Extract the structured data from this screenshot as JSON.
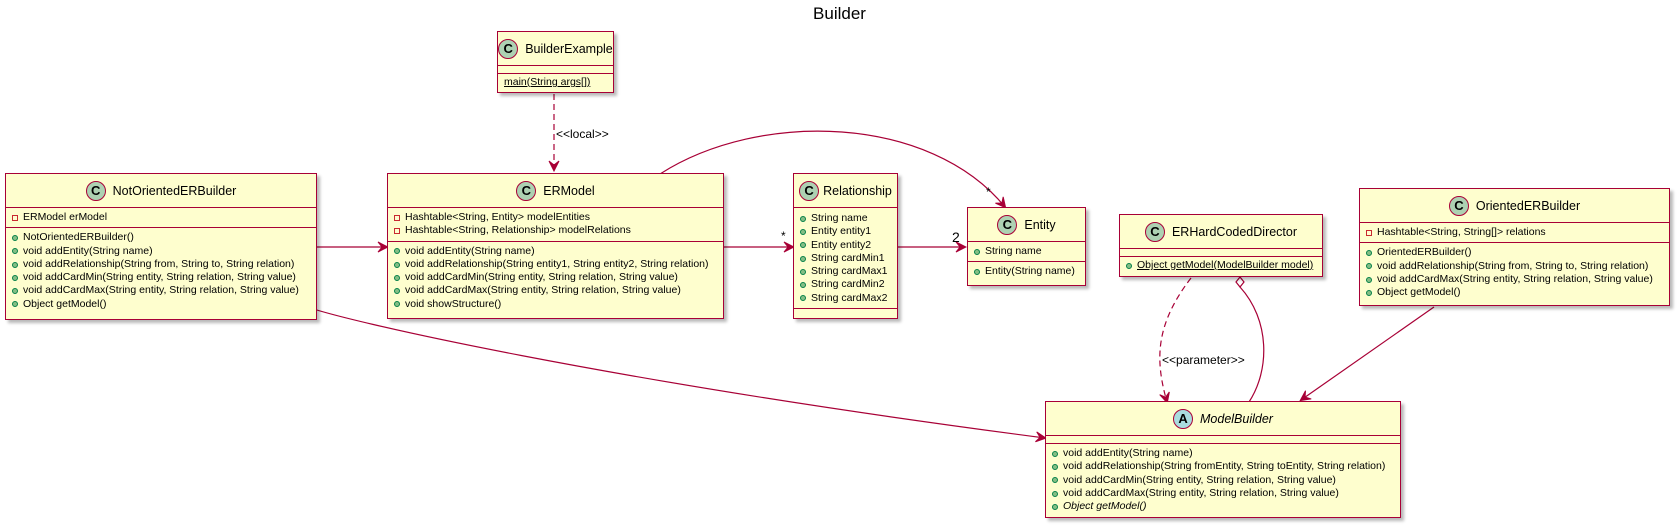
{
  "title": "Builder",
  "classes": {
    "builder_example": {
      "name": "BuilderExample",
      "stereotype_letter": "C",
      "fields": [],
      "methods": [
        {
          "text": "main(String args[])",
          "visibility": "none",
          "static": true
        }
      ]
    },
    "not_oriented_er_builder": {
      "name": "NotOrientedERBuilder",
      "stereotype_letter": "C",
      "fields": [
        {
          "text": "ERModel erModel",
          "visibility": "private"
        }
      ],
      "methods": [
        {
          "text": "NotOrientedERBuilder()",
          "visibility": "public"
        },
        {
          "text": "void addEntity(String name)",
          "visibility": "public"
        },
        {
          "text": "void addRelationship(String from, String to, String relation)",
          "visibility": "public"
        },
        {
          "text": "void addCardMin(String entity, String relation, String value)",
          "visibility": "public"
        },
        {
          "text": "void addCardMax(String entity, String relation, String value)",
          "visibility": "public"
        },
        {
          "text": "Object getModel()",
          "visibility": "public"
        }
      ]
    },
    "er_model": {
      "name": "ERModel",
      "stereotype_letter": "C",
      "fields": [
        {
          "text": "Hashtable<String, Entity> modelEntities",
          "visibility": "private"
        },
        {
          "text": "Hashtable<String, Relationship> modelRelations",
          "visibility": "private"
        }
      ],
      "methods": [
        {
          "text": "void addEntity(String name)",
          "visibility": "public"
        },
        {
          "text": "void addRelationship(String entity1, String entity2, String relation)",
          "visibility": "public"
        },
        {
          "text": "void addCardMin(String entity, String relation, String value)",
          "visibility": "public"
        },
        {
          "text": "void addCardMax(String entity, String relation, String value)",
          "visibility": "public"
        },
        {
          "text": "void showStructure()",
          "visibility": "public"
        }
      ]
    },
    "relationship": {
      "name": "Relationship",
      "stereotype_letter": "C",
      "fields": [
        {
          "text": "String name",
          "visibility": "public"
        },
        {
          "text": "Entity entity1",
          "visibility": "public"
        },
        {
          "text": "Entity entity2",
          "visibility": "public"
        },
        {
          "text": "String cardMin1",
          "visibility": "public"
        },
        {
          "text": "String cardMax1",
          "visibility": "public"
        },
        {
          "text": "String cardMin2",
          "visibility": "public"
        },
        {
          "text": "String cardMax2",
          "visibility": "public"
        }
      ],
      "methods": []
    },
    "entity": {
      "name": "Entity",
      "stereotype_letter": "C",
      "fields": [
        {
          "text": "String name",
          "visibility": "public"
        }
      ],
      "methods": [
        {
          "text": "Entity(String name)",
          "visibility": "public"
        }
      ]
    },
    "er_hard_coded_director": {
      "name": "ERHardCodedDirector",
      "stereotype_letter": "C",
      "fields": [],
      "methods": [
        {
          "text": "Object getModel(ModelBuilder model)",
          "visibility": "public",
          "static": true
        }
      ]
    },
    "oriented_er_builder": {
      "name": "OrientedERBuilder",
      "stereotype_letter": "C",
      "fields": [
        {
          "text": "Hashtable<String, String[]> relations",
          "visibility": "private"
        }
      ],
      "methods": [
        {
          "text": "OrientedERBuilder()",
          "visibility": "public"
        },
        {
          "text": "void addRelationship(String from, String to, String relation)",
          "visibility": "public"
        },
        {
          "text": "void addCardMax(String entity, String relation, String value)",
          "visibility": "public"
        },
        {
          "text": "Object getModel()",
          "visibility": "public"
        }
      ]
    },
    "model_builder": {
      "name": "ModelBuilder",
      "stereotype_letter": "A",
      "abstract": true,
      "fields": [],
      "methods": [
        {
          "text": "void addEntity(String name)",
          "visibility": "public"
        },
        {
          "text": "void addRelationship(String fromEntity, String toEntity, String relation)",
          "visibility": "public"
        },
        {
          "text": "void addCardMin(String entity, String relation, String value)",
          "visibility": "public"
        },
        {
          "text": "void addCardMax(String entity, String relation, String value)",
          "visibility": "public"
        },
        {
          "text": "Object getModel()",
          "visibility": "public",
          "abstract": true
        }
      ]
    }
  },
  "links": {
    "local_label": "<<local>>",
    "parameter_label": "<<parameter>>",
    "model_relationship_mult": "*",
    "relationship_entity_mult": "2",
    "model_entity_mult": "*"
  },
  "colors": {
    "class_bg": "#FEFECE",
    "border": "#A80036",
    "class_badge": "#ADD1B2",
    "abstract_badge": "#A9DCDF"
  }
}
